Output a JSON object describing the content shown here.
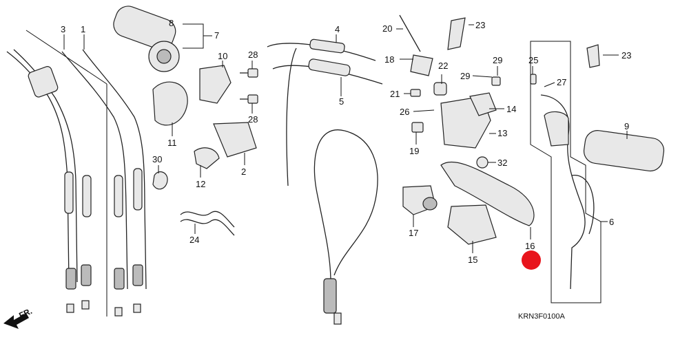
{
  "diagram": {
    "drawing_code": "KRN3F0100A",
    "direction_marker": "FR.",
    "highlight_color": "#e8141c",
    "highlighted_part": "16",
    "callouts": [
      {
        "id": "c1",
        "label": "1"
      },
      {
        "id": "c2",
        "label": "2"
      },
      {
        "id": "c3",
        "label": "3"
      },
      {
        "id": "c4",
        "label": "4"
      },
      {
        "id": "c5",
        "label": "5"
      },
      {
        "id": "c6",
        "label": "6"
      },
      {
        "id": "c7",
        "label": "7"
      },
      {
        "id": "c8",
        "label": "8"
      },
      {
        "id": "c9",
        "label": "9"
      },
      {
        "id": "c10",
        "label": "10"
      },
      {
        "id": "c11",
        "label": "11"
      },
      {
        "id": "c12",
        "label": "12"
      },
      {
        "id": "c13",
        "label": "13"
      },
      {
        "id": "c14",
        "label": "14"
      },
      {
        "id": "c15",
        "label": "15"
      },
      {
        "id": "c16",
        "label": "16"
      },
      {
        "id": "c17",
        "label": "17"
      },
      {
        "id": "c18",
        "label": "18"
      },
      {
        "id": "c19",
        "label": "19"
      },
      {
        "id": "c20",
        "label": "20"
      },
      {
        "id": "c21",
        "label": "21"
      },
      {
        "id": "c22",
        "label": "22"
      },
      {
        "id": "c23a",
        "label": "23"
      },
      {
        "id": "c23b",
        "label": "23"
      },
      {
        "id": "c24",
        "label": "24"
      },
      {
        "id": "c25",
        "label": "25"
      },
      {
        "id": "c26",
        "label": "26"
      },
      {
        "id": "c27",
        "label": "27"
      },
      {
        "id": "c28a",
        "label": "28"
      },
      {
        "id": "c28b",
        "label": "28"
      },
      {
        "id": "c29a",
        "label": "29"
      },
      {
        "id": "c29b",
        "label": "29"
      },
      {
        "id": "c30",
        "label": "30"
      },
      {
        "id": "c32",
        "label": "32"
      }
    ]
  }
}
